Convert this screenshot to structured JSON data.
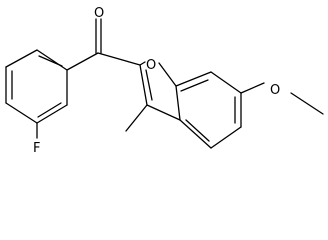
{
  "molecule": {
    "atoms": {
      "carbonyl_oxygen": "O",
      "ring_oxygen": "O",
      "fluorine": "F",
      "methoxy_oxygen": "O"
    }
  }
}
